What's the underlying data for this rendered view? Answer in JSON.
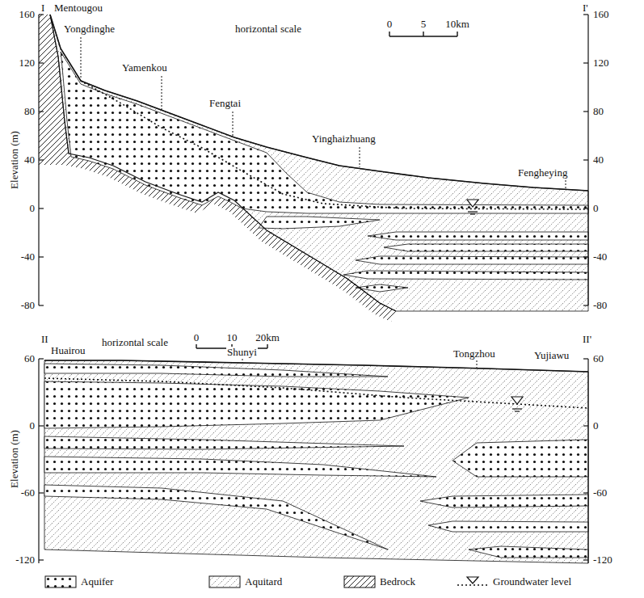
{
  "diagram": {
    "labels": [
      "I",
      "Mentougou",
      "Yongdinghe",
      "Yamenkou",
      "Fengtai",
      "Yinghaizhuang",
      "Fengheying",
      "I'",
      "horizontal scale",
      "0",
      "5",
      "10km",
      "Elevation (m)",
      "160",
      "120",
      "80",
      "40",
      "0",
      "-40",
      "-80",
      "160",
      "120",
      "80",
      "40",
      "0",
      "-40",
      "-80",
      "II",
      "Huairou",
      "Shunyi",
      "Tongzhou",
      "Yujiawu",
      "II'",
      "horizontal scale",
      "0",
      "10",
      "20km",
      "Elevation (m)",
      "60",
      "0",
      "-60",
      "-120",
      "60",
      "0",
      "-60",
      "-120"
    ],
    "legend": [
      {
        "text": "Aquifer"
      },
      {
        "text": "Aquitard"
      },
      {
        "text": "Bedrock"
      },
      {
        "text": "Groundwater level"
      }
    ]
  }
}
